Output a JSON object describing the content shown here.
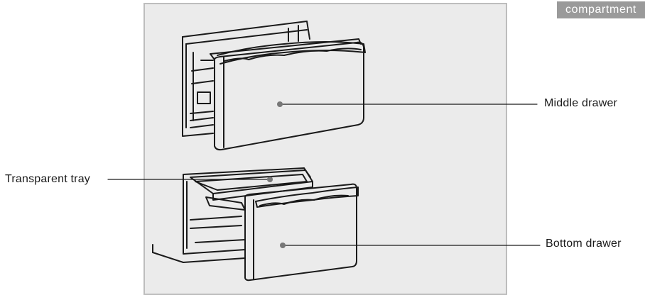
{
  "header": {
    "tag_label": "compartment"
  },
  "labels": {
    "middle_drawer": "Middle drawer",
    "transparent_tray": "Transparent tray",
    "bottom_drawer": "Bottom drawer"
  },
  "colors": {
    "panel_background": "#ebebeb",
    "tag_background": "#9a9a9a",
    "line": "#1a1a1a"
  }
}
